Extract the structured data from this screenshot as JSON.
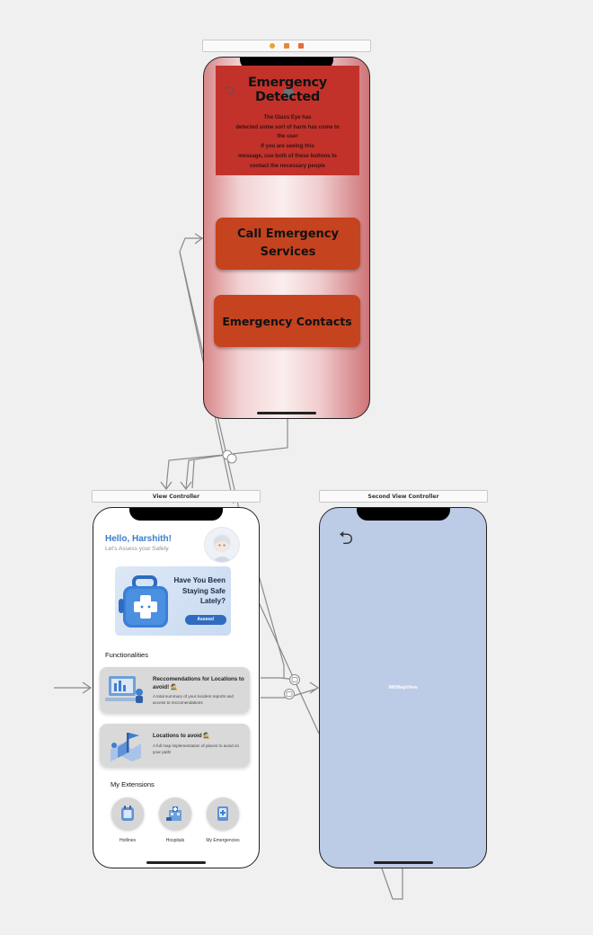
{
  "scenes": {
    "emergency": {
      "title": "Emergency Detected",
      "message_lines": [
        "The Glass Eye has",
        "detected some sort of harm has come to",
        "the user",
        "If you are seeing this",
        "message, use both of these buttons to",
        "contact the necessary people"
      ],
      "call_button": "Call Emergency Services",
      "contacts_button": "Emergency Contacts"
    },
    "view_controller": {
      "bar_label": "View Controller",
      "greeting": "Hello, Harshith!",
      "subtitle": "Let's Assess your Safety",
      "banner_title": "Have You Been Staying Safe Lately?",
      "banner_button": "Assess!",
      "functionalities_heading": "Functionalities",
      "cards": [
        {
          "title": "Reccomendations for Locations to avoid! 🕵️",
          "desc": "A total summary of your incident reports and access to reccomendations"
        },
        {
          "title": "Locations to avoid 🕵️",
          "desc": "A full map implementation of places to avoid on your path!"
        }
      ],
      "extensions_heading": "My Extensions",
      "extensions": [
        "Hotlines",
        "Hospitals",
        "My Emergencies"
      ]
    },
    "second_view_controller": {
      "bar_label": "Second View Controller",
      "map_label": "MKMapView"
    }
  },
  "colors": {
    "emergency_banner": "#c2322a",
    "emergency_button": "#c5431f",
    "greeting_blue": "#3a7dc9",
    "map_blue": "#bccbe6"
  },
  "icons": [
    "back-arrow-icon",
    "avatar-icon",
    "medical-kit-icon",
    "scene-dock-icons"
  ]
}
